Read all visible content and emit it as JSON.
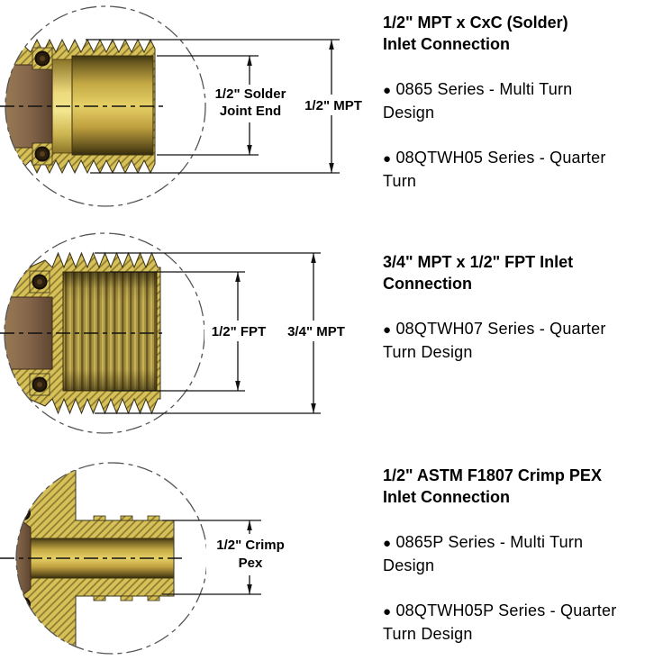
{
  "ui": {
    "bullet_char": "●"
  },
  "colors": {
    "brass_hatch_base": "#d6c158",
    "brass_hatch_line": "#8a762e",
    "gold_bright": "#e6d066",
    "gold_dark": "#3f3512",
    "brown_seat": "#84654a",
    "drawing_line": "#111111",
    "detail_circle": "#555555",
    "text": "#000000",
    "background": "#ffffff"
  },
  "sections": [
    {
      "heading_lines": [
        "1/2\" MPT x CxC (Solder)",
        "Inlet Connection"
      ],
      "bullets": [
        {
          "lines": [
            "0865 Series - Multi Turn",
            "Design"
          ]
        },
        {
          "lines": [
            "08QTWH05 Series - Quarter",
            "Turn"
          ]
        }
      ],
      "diagram": {
        "description": "Cross-section detail of 1/2 inch MPT male thread with solder cup inlet",
        "inner_dim_lines": [
          "1/2\" Solder",
          "Joint End"
        ],
        "outer_dim": "1/2\" MPT"
      }
    },
    {
      "heading_lines": [
        "3/4\" MPT x 1/2\" FPT Inlet",
        "Connection"
      ],
      "bullets": [
        {
          "lines": [
            "08QTWH07 Series - Quarter",
            "Turn Design"
          ]
        }
      ],
      "diagram": {
        "description": "Cross-section detail of 3/4 inch MPT male thread with 1/2 inch FPT female threaded bore",
        "inner_dim": "1/2\" FPT",
        "outer_dim": "3/4\" MPT"
      }
    },
    {
      "heading_lines": [
        "1/2\" ASTM F1807 Crimp PEX",
        "Inlet Connection"
      ],
      "bullets": [
        {
          "lines": [
            "0865P Series - Multi Turn",
            "Design"
          ]
        },
        {
          "lines": [
            "08QTWH05P Series - Quarter",
            "Turn Design"
          ]
        }
      ],
      "diagram": {
        "description": "Cross-section detail of 1/2 inch crimp PEX barb inlet",
        "dim_lines": [
          "1/2\" Crimp",
          "Pex"
        ]
      }
    }
  ]
}
